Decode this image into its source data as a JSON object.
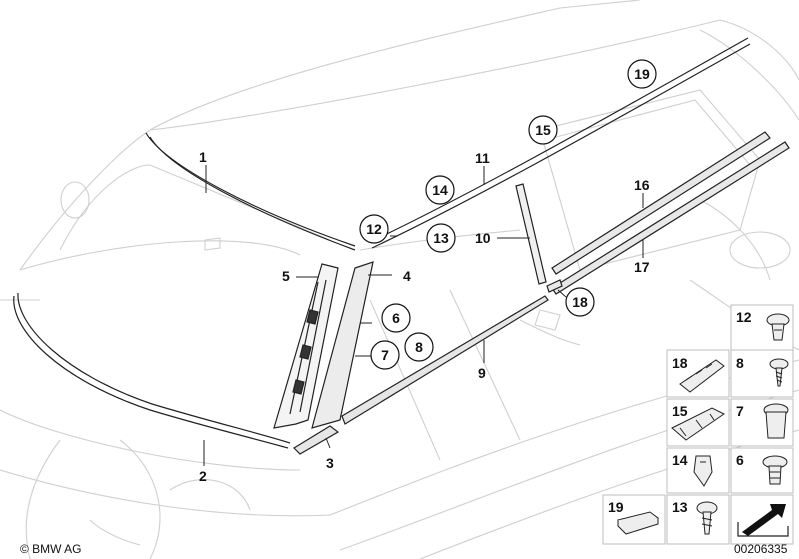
{
  "callouts": [
    {
      "num": "1"
    },
    {
      "num": "2"
    },
    {
      "num": "3"
    },
    {
      "num": "4"
    },
    {
      "num": "5"
    },
    {
      "num": "6"
    },
    {
      "num": "7"
    },
    {
      "num": "8"
    },
    {
      "num": "9"
    },
    {
      "num": "10"
    },
    {
      "num": "11"
    },
    {
      "num": "12"
    },
    {
      "num": "13"
    },
    {
      "num": "14"
    },
    {
      "num": "15"
    },
    {
      "num": "16"
    },
    {
      "num": "17"
    },
    {
      "num": "18"
    },
    {
      "num": "19"
    }
  ],
  "legend_grid": [
    {
      "num": "12"
    },
    {
      "num": "18"
    },
    {
      "num": "8"
    },
    {
      "num": "15"
    },
    {
      "num": "7"
    },
    {
      "num": "14"
    },
    {
      "num": "6"
    },
    {
      "num": "19"
    },
    {
      "num": "13"
    }
  ],
  "footer": {
    "copyright": "© BMW AG",
    "diagram_id": "00206335"
  }
}
